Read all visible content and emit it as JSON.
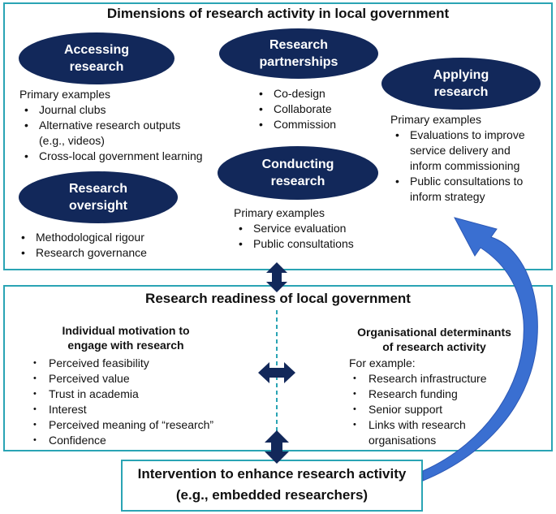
{
  "top": {
    "title": "Dimensions of research activity in local government",
    "accessing": {
      "label1": "Accessing",
      "label2": "research",
      "intro": "Primary examples",
      "items": [
        "Journal clubs",
        "Alternative research outputs",
        "(e.g., videos)",
        "Cross-local government learning"
      ]
    },
    "partnerships": {
      "label1": "Research",
      "label2": "partnerships",
      "items": [
        "Co-design",
        "Collaborate",
        "Commission"
      ]
    },
    "applying": {
      "label1": "Applying",
      "label2": "research",
      "intro": "Primary examples",
      "items": [
        "Evaluations to improve",
        "service delivery and",
        "inform commissioning",
        "Public consultations to",
        "inform strategy"
      ]
    },
    "conducting": {
      "label1": "Conducting",
      "label2": "research",
      "intro": "Primary examples",
      "items": [
        "Service evaluation",
        "Public consultations"
      ]
    },
    "oversight": {
      "label1": "Research",
      "label2": "oversight",
      "items": [
        "Methodological rigour",
        "Research governance"
      ]
    }
  },
  "middle": {
    "title": "Research readiness of local government",
    "individual": {
      "heading1": "Individual motivation to",
      "heading2": "engage with research",
      "items": [
        "Perceived feasibility",
        "Perceived value",
        "Trust in academia",
        "Interest",
        "Perceived meaning of “research”",
        "Confidence"
      ]
    },
    "organisational": {
      "heading1": "Organisational determinants",
      "heading2": "of research activity",
      "intro": "For example:",
      "items": [
        "Research infrastructure",
        "Research funding",
        "Senior support",
        "Links with research",
        "organisations"
      ]
    }
  },
  "bottom": {
    "line1": "Intervention to enhance research activity",
    "line2": "(e.g., embedded researchers)"
  },
  "colors": {
    "border": "#2aa4b4",
    "oval": "#12285a",
    "arrow": "#3a6fd1",
    "dark_arrow": "#12285a"
  }
}
